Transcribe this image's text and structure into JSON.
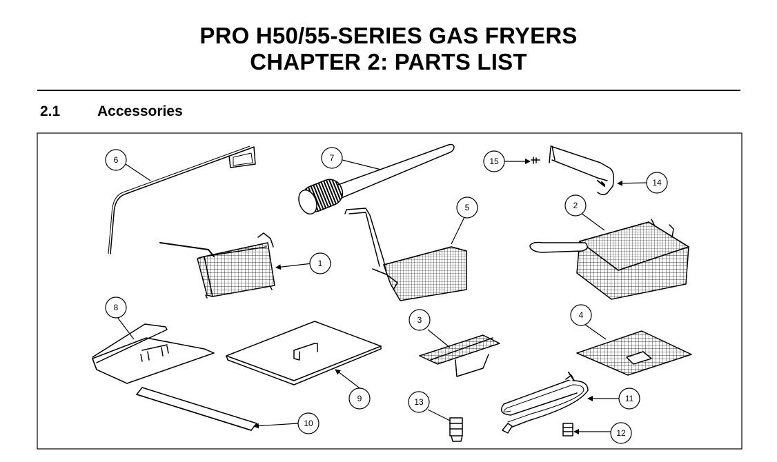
{
  "header": {
    "title_line1": "PRO H50/55-SERIES GAS FRYERS",
    "title_line2": "CHAPTER 2:  PARTS LIST"
  },
  "section": {
    "number": "2.1",
    "title": "Accessories"
  },
  "callouts": [
    {
      "id": "c1",
      "label": "1"
    },
    {
      "id": "c2",
      "label": "2"
    },
    {
      "id": "c3",
      "label": "3"
    },
    {
      "id": "c4",
      "label": "4"
    },
    {
      "id": "c5",
      "label": "5"
    },
    {
      "id": "c6",
      "label": "6"
    },
    {
      "id": "c7",
      "label": "7"
    },
    {
      "id": "c8",
      "label": "8"
    },
    {
      "id": "c9",
      "label": "9"
    },
    {
      "id": "c10",
      "label": "10"
    },
    {
      "id": "c11",
      "label": "11"
    },
    {
      "id": "c12",
      "label": "12"
    },
    {
      "id": "c13",
      "label": "13"
    },
    {
      "id": "c14",
      "label": "14"
    },
    {
      "id": "c15",
      "label": "15"
    }
  ]
}
